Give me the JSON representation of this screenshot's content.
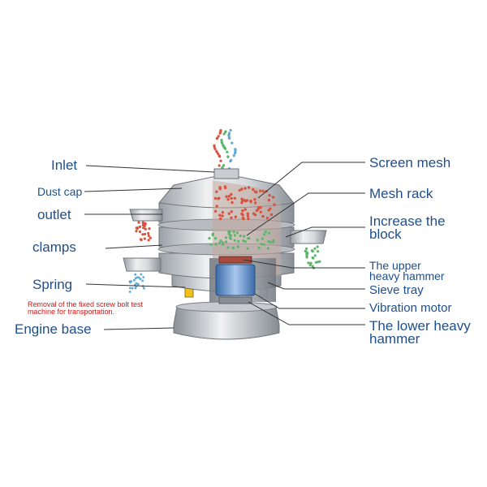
{
  "labels_left": {
    "inlet": "Inlet",
    "dust_cap": "Dust cap",
    "outlet": "outlet",
    "clamps": "clamps",
    "spring": "Spring",
    "engine_base": "Engine base"
  },
  "labels_right": {
    "screen_mesh": "Screen mesh",
    "mesh_rack": "Mesh rack",
    "increase_block_1": "Increase the",
    "increase_block_2": "block",
    "upper_hammer_1": "The upper",
    "upper_hammer_2": "heavy hammer",
    "sieve_tray": "Sieve tray",
    "vibration_motor": "Vibration motor",
    "lower_hammer_1": "The lower heavy",
    "lower_hammer_2": "hammer"
  },
  "warning": {
    "line1": "Removal of the fixed screw bolt test",
    "line2": "machine for transportation."
  },
  "colors": {
    "label": "#1f4e8c",
    "warning": "#d01818",
    "leader": "#333333",
    "body_light": "#e6e8ea",
    "body_dark": "#8f959b",
    "particle_red": "#d8533f",
    "particle_green": "#59b66a",
    "particle_blue": "#5aa9d6",
    "motor": "#4c7fc0",
    "spring": "#f2c21a"
  }
}
